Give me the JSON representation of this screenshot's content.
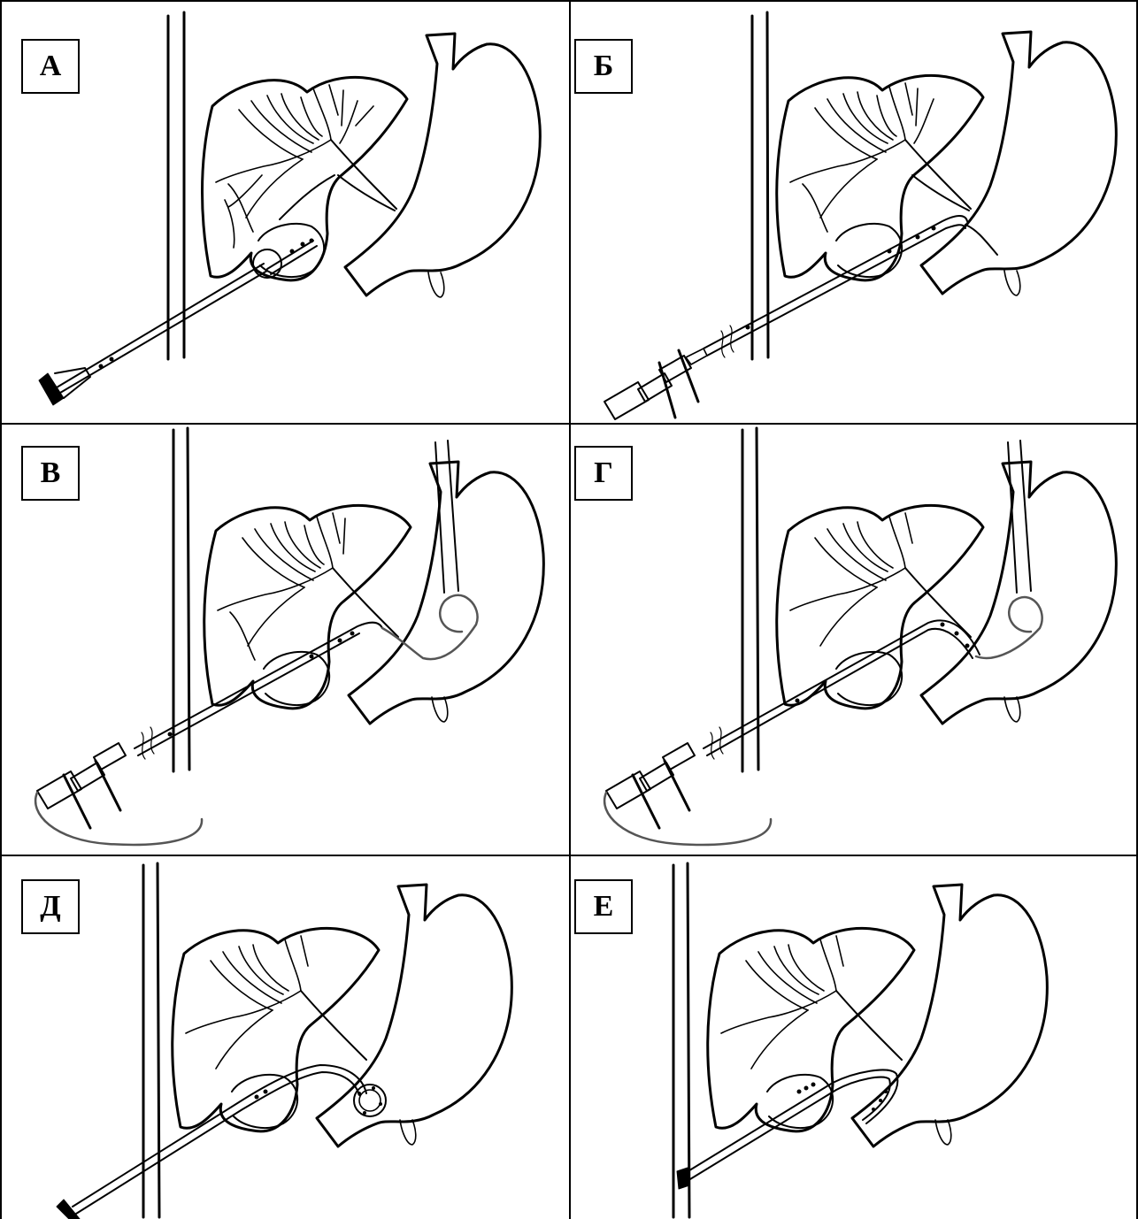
{
  "panels": [
    {
      "label": "А",
      "stage": "balloon-in-gallbladder"
    },
    {
      "label": "Б",
      "stage": "catheter-advanced-with-guidewire"
    },
    {
      "label": "В",
      "stage": "guidewire-coiled-in-stomach"
    },
    {
      "label": "Г",
      "stage": "catheter-over-guidewire-into-stomach"
    },
    {
      "label": "Д",
      "stage": "pigtail-loop-in-stomach"
    },
    {
      "label": "Е",
      "stage": "catheter-tip-in-stomach-fixed"
    }
  ],
  "colors": {
    "line": "#000000",
    "guidewire": "#555555",
    "background": "#ffffff"
  }
}
